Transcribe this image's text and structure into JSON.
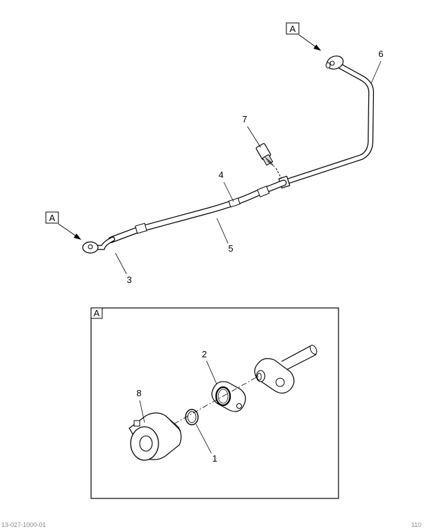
{
  "view_label": "A",
  "callouts": {
    "c1": "1",
    "c2": "2",
    "c3": "3",
    "c4": "4",
    "c5": "5",
    "c6": "6",
    "c7": "7",
    "c8": "8"
  },
  "footer": {
    "left": "13-027-1000-01",
    "right": "110"
  }
}
